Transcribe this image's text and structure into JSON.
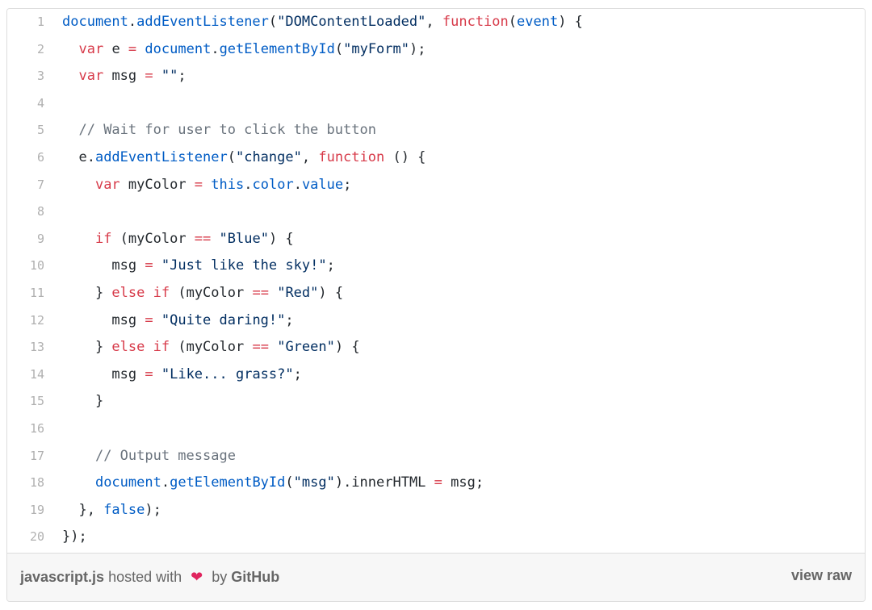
{
  "code": {
    "lines": [
      {
        "n": "1",
        "segs": [
          {
            "t": "document",
            "c": "f"
          },
          {
            "t": ".",
            "c": "p"
          },
          {
            "t": "addEventListener",
            "c": "f"
          },
          {
            "t": "(",
            "c": "p"
          },
          {
            "t": "\"DOMContentLoaded\"",
            "c": "s"
          },
          {
            "t": ", ",
            "c": "p"
          },
          {
            "t": "function",
            "c": "k"
          },
          {
            "t": "(",
            "c": "p"
          },
          {
            "t": "event",
            "c": "f"
          },
          {
            "t": ") {",
            "c": "p"
          }
        ]
      },
      {
        "n": "2",
        "segs": [
          {
            "t": "  ",
            "c": "p"
          },
          {
            "t": "var",
            "c": "k"
          },
          {
            "t": " e ",
            "c": "p"
          },
          {
            "t": "=",
            "c": "k"
          },
          {
            "t": " ",
            "c": "p"
          },
          {
            "t": "document",
            "c": "f"
          },
          {
            "t": ".",
            "c": "p"
          },
          {
            "t": "getElementById",
            "c": "f"
          },
          {
            "t": "(",
            "c": "p"
          },
          {
            "t": "\"myForm\"",
            "c": "s"
          },
          {
            "t": ");",
            "c": "p"
          }
        ]
      },
      {
        "n": "3",
        "segs": [
          {
            "t": "  ",
            "c": "p"
          },
          {
            "t": "var",
            "c": "k"
          },
          {
            "t": " msg ",
            "c": "p"
          },
          {
            "t": "=",
            "c": "k"
          },
          {
            "t": " ",
            "c": "p"
          },
          {
            "t": "\"\"",
            "c": "s"
          },
          {
            "t": ";",
            "c": "p"
          }
        ]
      },
      {
        "n": "4",
        "segs": []
      },
      {
        "n": "5",
        "segs": [
          {
            "t": "  ",
            "c": "p"
          },
          {
            "t": "// Wait for user to click the button",
            "c": "c"
          }
        ]
      },
      {
        "n": "6",
        "segs": [
          {
            "t": "  e.",
            "c": "p"
          },
          {
            "t": "addEventListener",
            "c": "f"
          },
          {
            "t": "(",
            "c": "p"
          },
          {
            "t": "\"change\"",
            "c": "s"
          },
          {
            "t": ", ",
            "c": "p"
          },
          {
            "t": "function",
            "c": "k"
          },
          {
            "t": " () {",
            "c": "p"
          }
        ]
      },
      {
        "n": "7",
        "segs": [
          {
            "t": "    ",
            "c": "p"
          },
          {
            "t": "var",
            "c": "k"
          },
          {
            "t": " myColor ",
            "c": "p"
          },
          {
            "t": "=",
            "c": "k"
          },
          {
            "t": " ",
            "c": "p"
          },
          {
            "t": "this",
            "c": "f"
          },
          {
            "t": ".",
            "c": "p"
          },
          {
            "t": "color",
            "c": "f"
          },
          {
            "t": ".",
            "c": "p"
          },
          {
            "t": "value",
            "c": "f"
          },
          {
            "t": ";",
            "c": "p"
          }
        ]
      },
      {
        "n": "8",
        "segs": []
      },
      {
        "n": "9",
        "segs": [
          {
            "t": "    ",
            "c": "p"
          },
          {
            "t": "if",
            "c": "k"
          },
          {
            "t": " (myColor ",
            "c": "p"
          },
          {
            "t": "==",
            "c": "k"
          },
          {
            "t": " ",
            "c": "p"
          },
          {
            "t": "\"Blue\"",
            "c": "s"
          },
          {
            "t": ") {",
            "c": "p"
          }
        ]
      },
      {
        "n": "10",
        "segs": [
          {
            "t": "      msg ",
            "c": "p"
          },
          {
            "t": "=",
            "c": "k"
          },
          {
            "t": " ",
            "c": "p"
          },
          {
            "t": "\"Just like the sky!\"",
            "c": "s"
          },
          {
            "t": ";",
            "c": "p"
          }
        ]
      },
      {
        "n": "11",
        "segs": [
          {
            "t": "    } ",
            "c": "p"
          },
          {
            "t": "else",
            "c": "k"
          },
          {
            "t": " ",
            "c": "p"
          },
          {
            "t": "if",
            "c": "k"
          },
          {
            "t": " (myColor ",
            "c": "p"
          },
          {
            "t": "==",
            "c": "k"
          },
          {
            "t": " ",
            "c": "p"
          },
          {
            "t": "\"Red\"",
            "c": "s"
          },
          {
            "t": ") {",
            "c": "p"
          }
        ]
      },
      {
        "n": "12",
        "segs": [
          {
            "t": "      msg ",
            "c": "p"
          },
          {
            "t": "=",
            "c": "k"
          },
          {
            "t": " ",
            "c": "p"
          },
          {
            "t": "\"Quite daring!\"",
            "c": "s"
          },
          {
            "t": ";",
            "c": "p"
          }
        ]
      },
      {
        "n": "13",
        "segs": [
          {
            "t": "    } ",
            "c": "p"
          },
          {
            "t": "else",
            "c": "k"
          },
          {
            "t": " ",
            "c": "p"
          },
          {
            "t": "if",
            "c": "k"
          },
          {
            "t": " (myColor ",
            "c": "p"
          },
          {
            "t": "==",
            "c": "k"
          },
          {
            "t": " ",
            "c": "p"
          },
          {
            "t": "\"Green\"",
            "c": "s"
          },
          {
            "t": ") {",
            "c": "p"
          }
        ]
      },
      {
        "n": "14",
        "segs": [
          {
            "t": "      msg ",
            "c": "p"
          },
          {
            "t": "=",
            "c": "k"
          },
          {
            "t": " ",
            "c": "p"
          },
          {
            "t": "\"Like... grass?\"",
            "c": "s"
          },
          {
            "t": ";",
            "c": "p"
          }
        ]
      },
      {
        "n": "15",
        "segs": [
          {
            "t": "    }",
            "c": "p"
          }
        ]
      },
      {
        "n": "16",
        "segs": []
      },
      {
        "n": "17",
        "segs": [
          {
            "t": "    ",
            "c": "p"
          },
          {
            "t": "// Output message",
            "c": "c"
          }
        ]
      },
      {
        "n": "18",
        "segs": [
          {
            "t": "    ",
            "c": "p"
          },
          {
            "t": "document",
            "c": "f"
          },
          {
            "t": ".",
            "c": "p"
          },
          {
            "t": "getElementById",
            "c": "f"
          },
          {
            "t": "(",
            "c": "p"
          },
          {
            "t": "\"msg\"",
            "c": "s"
          },
          {
            "t": ").innerHTML ",
            "c": "p"
          },
          {
            "t": "=",
            "c": "k"
          },
          {
            "t": " msg;",
            "c": "p"
          }
        ]
      },
      {
        "n": "19",
        "segs": [
          {
            "t": "  }, ",
            "c": "p"
          },
          {
            "t": "false",
            "c": "f"
          },
          {
            "t": ");",
            "c": "p"
          }
        ]
      },
      {
        "n": "20",
        "segs": [
          {
            "t": "});",
            "c": "p"
          }
        ]
      }
    ]
  },
  "footer": {
    "filename": "javascript.js",
    "hosted_text": "hosted with",
    "heart_icon": "heart-icon",
    "by_text": "by",
    "github": "GitHub",
    "view_raw": "view raw"
  },
  "colors": {
    "keyword": "#d73a49",
    "string": "#032f62",
    "function": "#005cc5",
    "comment": "#6a737d",
    "plain": "#24292e",
    "line_number": "#b0b0b0",
    "footer_bg": "#f7f7f7"
  }
}
